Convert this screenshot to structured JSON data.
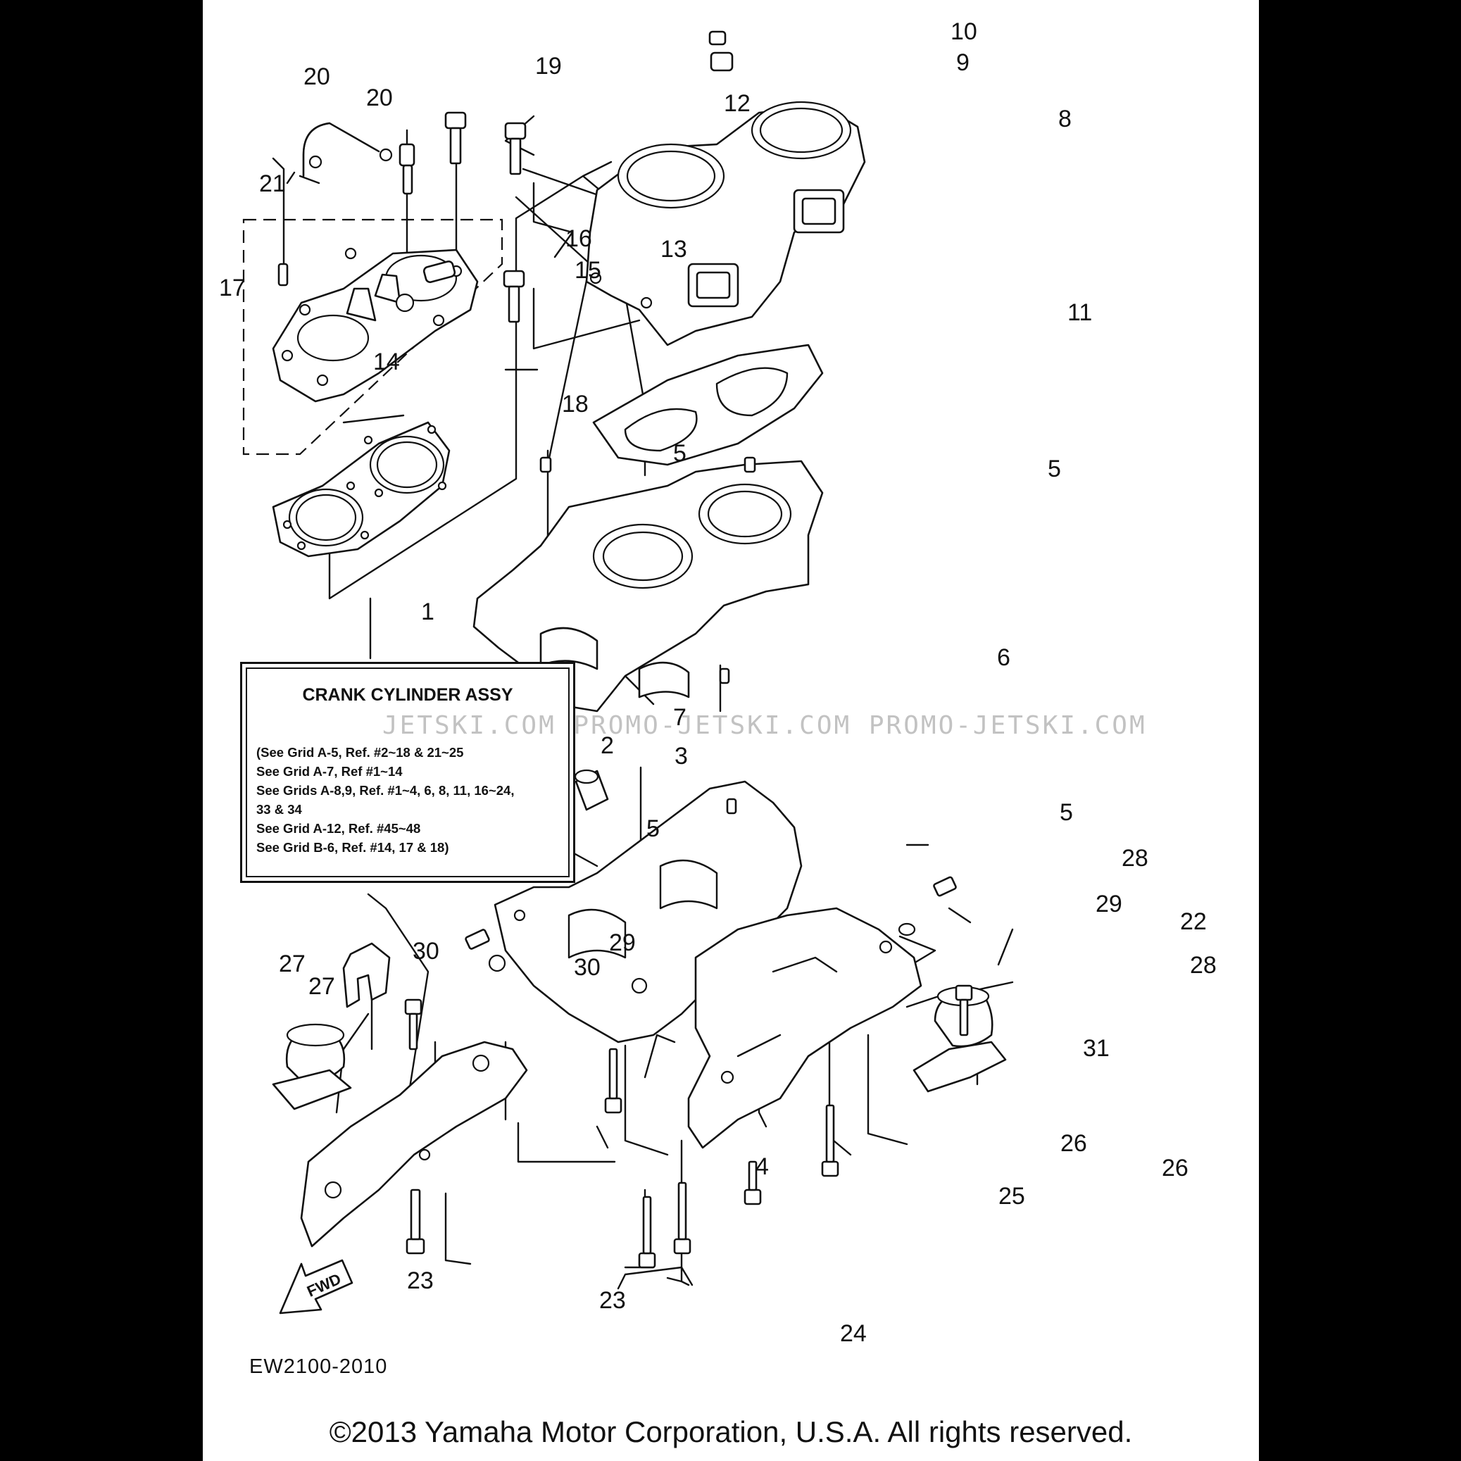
{
  "legend": {
    "title": "CRANK CYLINDER ASSY",
    "lines": [
      "(See Grid A-5, Ref. #2~18 & 21~25",
      "See Grid A-7, Ref #1~14",
      "See Grids A-8,9, Ref. #1~4, 6, 8, 11, 16~24,",
      "33 & 34",
      "See Grid A-12, Ref. #45~48",
      "See Grid B-6, Ref. #14, 17 & 18)"
    ]
  },
  "watermark": "JETSKI.COM  PROMO-JETSKI.COM  PROMO-JETSKI.COM",
  "fwd_label": "FWD",
  "diagram_code": "EW2100-2010",
  "copyright": "©2013 Yamaha Motor Corporation, U.S.A. All rights reserved.",
  "callouts": [
    "1",
    "2",
    "3",
    "4",
    "5",
    "5",
    "5",
    "5",
    "6",
    "7",
    "8",
    "9",
    "10",
    "11",
    "12",
    "13",
    "14",
    "15",
    "16",
    "17",
    "18",
    "19",
    "20",
    "20",
    "21",
    "22",
    "23",
    "23",
    "24",
    "25",
    "26",
    "26",
    "27",
    "27",
    "28",
    "28",
    "29",
    "29",
    "30",
    "30",
    "31"
  ]
}
